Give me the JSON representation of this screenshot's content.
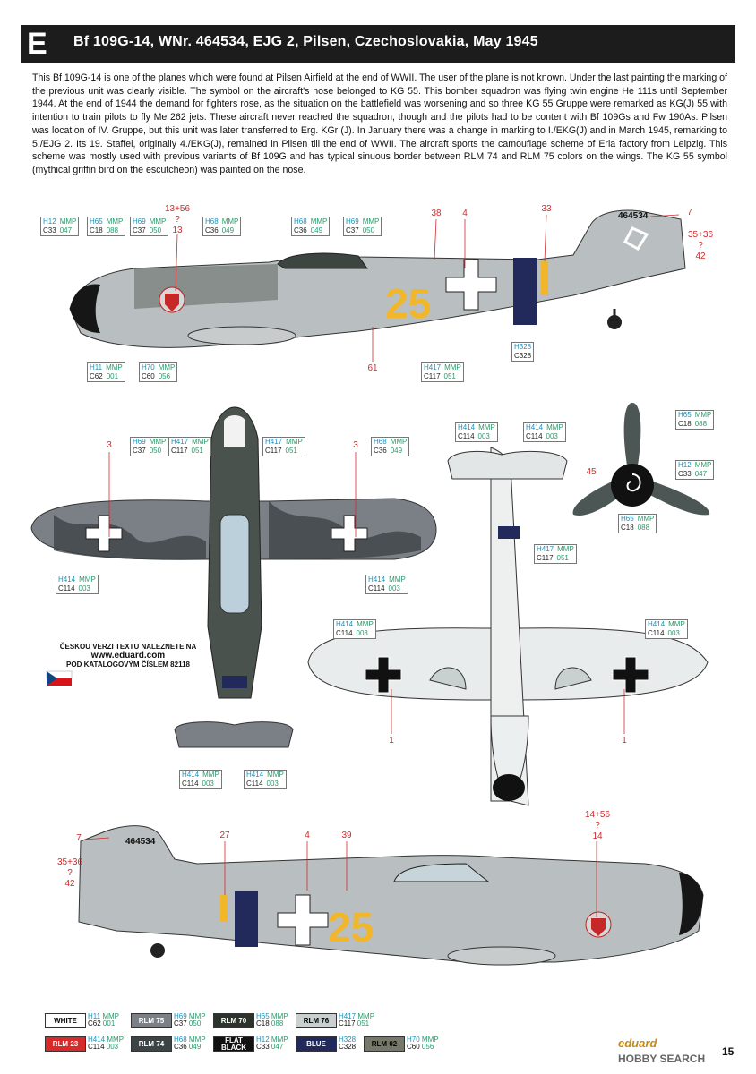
{
  "header": {
    "letter": "E",
    "title": "Bf 109G-14, WNr. 464534, EJG 2, Pilsen, Czechoslovakia, May 1945"
  },
  "description": "This Bf 109G-14 is one of the planes which were found at Pilsen Airfield at the end of WWII. The user of the plane is not known. Under the last painting the marking of the previous unit was clearly visible. The symbol on the aircraft's nose belonged to KG 55. This bomber squadron was flying twin engine He 111s until September 1944. At the end of 1944 the demand for fighters rose, as the situation on the battlefield was worsening and so three KG 55 Gruppe were remarked as KG(J) 55 with intention to train pilots to fly Me 262 jets. These aircraft never reached the squadron, though and the pilots had to be content with Bf 109Gs and Fw 190As. Pilsen was location of IV. Gruppe, but this unit was later transferred to Erg. KGr (J). In January there was a change in marking to I./EKG(J) and in March 1945, remarking to 5./EJG 2. Its 19. Staffel, originally 4./EKG(J), remained in Pilsen till the end of WWII. The aircraft sports the camouflage scheme of Erla factory from Leipzig. This scheme was mostly used with previous variants of Bf 109G and has typical sinuous border between RLM 74 and RLM 75 colors on the wings. The KG 55 symbol (mythical griffin bird on the escutcheon) was painted on the nose.",
  "aircraft": {
    "serial": "464534",
    "fuselage_number": "25"
  },
  "callouts": {
    "c1": "13+56",
    "c1q": "?",
    "c1b": "13",
    "c2": "38",
    "c3": "4",
    "c4": "33",
    "c5": "7",
    "c6": "35+36",
    "c6q": "?",
    "c6b": "42",
    "c7": "61",
    "c8": "3",
    "c9": "3",
    "c10": "45",
    "c11": "1",
    "c12": "1",
    "c13": "14+56",
    "c13q": "?",
    "c13b": "14",
    "c14": "7",
    "c15": "27",
    "c16": "4",
    "c17": "39",
    "c18": "35+36",
    "c18q": "?",
    "c18b": "42"
  },
  "codes": {
    "mmp": "MMP",
    "h12": "H12",
    "c33": "C33",
    "m047": "047",
    "h65": "H65",
    "c18": "C18",
    "m088": "088",
    "h69": "H69",
    "c37": "C37",
    "m050": "050",
    "h68": "H68",
    "c36": "C36",
    "m049": "049",
    "h11": "H11",
    "c62": "C62",
    "m001": "001",
    "h70": "H70",
    "c60": "C60",
    "m056": "056",
    "h328": "H328",
    "c328": "C328",
    "h417": "H417",
    "c117": "C117",
    "m051": "051",
    "h414": "H414",
    "c114": "C114",
    "m003": "003"
  },
  "czech_note": {
    "line1": "ČESKOU VERZI TEXTU NALEZNETE NA",
    "url": "www.eduard.com",
    "line2": "POD KATALOGOVÝM ČÍSLEM 82118"
  },
  "swatches": [
    {
      "label": "WHITE",
      "h": "H11",
      "c": "C62",
      "mmp": "MMP",
      "m": "001",
      "color": "#ffffff",
      "text": "#000000"
    },
    {
      "label": "RLM 75",
      "h": "H69",
      "c": "C37",
      "mmp": "MMP",
      "m": "050",
      "color": "#7b7f86",
      "text": "#ffffff"
    },
    {
      "label": "RLM 70",
      "h": "H65",
      "c": "C18",
      "mmp": "MMP",
      "m": "088",
      "color": "#2b332c",
      "text": "#ffffff"
    },
    {
      "label": "RLM 76",
      "h": "H417",
      "c": "C117",
      "mmp": "MMP",
      "m": "051",
      "color": "#c9d0d0",
      "text": "#000000"
    },
    {
      "label": "RLM 23",
      "h": "H414",
      "c": "C114",
      "mmp": "MMP",
      "m": "003",
      "color": "#d82a2a",
      "text": "#ffffff"
    },
    {
      "label": "RLM 74",
      "h": "H68",
      "c": "C36",
      "mmp": "MMP",
      "m": "049",
      "color": "#3d4446",
      "text": "#ffffff"
    },
    {
      "label": "FLAT BLACK",
      "h": "H12",
      "c": "C33",
      "mmp": "MMP",
      "m": "047",
      "color": "#111111",
      "text": "#ffffff"
    },
    {
      "label": "BLUE",
      "h": "H328",
      "c": "C328",
      "mmp": "",
      "m": "",
      "color": "#222a5c",
      "text": "#ffffff"
    },
    {
      "label": "RLM 02",
      "h": "H70",
      "c": "C60",
      "mmp": "MMP",
      "m": "056",
      "color": "#77786a",
      "text": "#000000"
    }
  ],
  "footer": {
    "brand": "eduard",
    "page": "15",
    "watermark": "HOBBY SEARCH"
  },
  "colors": {
    "callout_red": "#d12a2a",
    "header_bg": "#1c1c1c",
    "mmp_green": "#2a9a6a",
    "h_blue": "#1f8fb8",
    "yellow": "#f2b62a"
  }
}
